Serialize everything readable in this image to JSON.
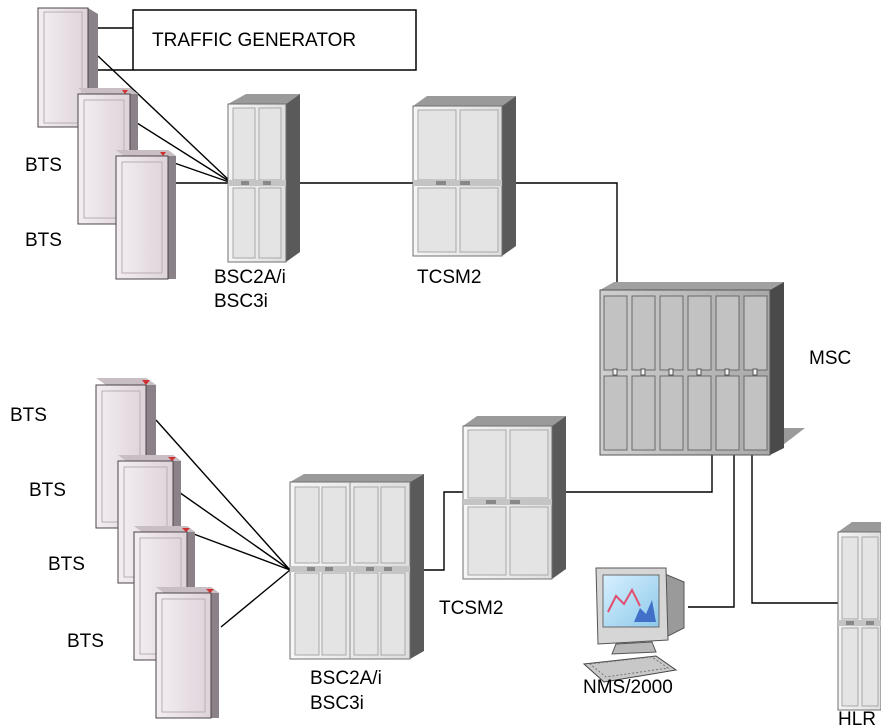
{
  "diagram": {
    "traffic_generator": "TRAFFIC GENERATOR",
    "upper": {
      "bts_labels": [
        "BTS",
        "BTS"
      ],
      "bsc_label_line1": "BSC2A/i",
      "bsc_label_line2": "BSC3i",
      "tcsm_label": "TCSM2"
    },
    "msc_label": "MSC",
    "lower": {
      "bts_labels": [
        "BTS",
        "BTS",
        "BTS",
        "BTS"
      ],
      "bsc_label_line1": "BSC2A/i",
      "bsc_label_line2": "BSC3i",
      "tcsm_label": "TCSM2"
    },
    "nms_label": "NMS/2000",
    "hlr_label": "HLR"
  },
  "colors": {
    "bts_front": "#ebe3e8",
    "bts_side": "#8a8288",
    "cabinet_front": "#ededed",
    "cabinet_side": "#5a5a5a",
    "msc_front": "#b8b8b8",
    "monitor_screen": "#a8d8f0",
    "accent_red": "#d03030"
  }
}
